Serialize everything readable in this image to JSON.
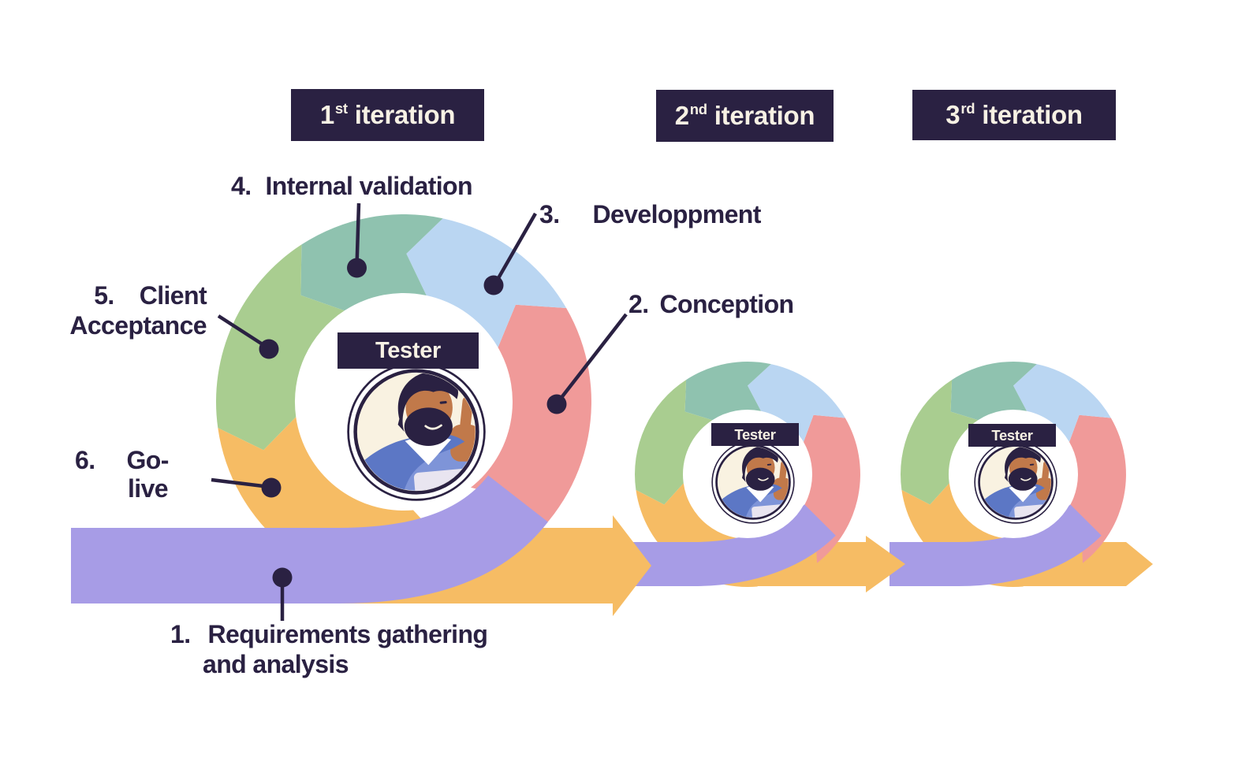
{
  "headers": [
    {
      "number": "1",
      "ordinal": "st",
      "label": "iteration"
    },
    {
      "number": "2",
      "ordinal": "nd",
      "label": "iteration"
    },
    {
      "number": "3",
      "ordinal": "rd",
      "label": "iteration"
    }
  ],
  "badge": {
    "label": "Tester"
  },
  "steps": {
    "s1": {
      "num": "1.",
      "line1": "Requirements gathering",
      "line2": "and analysis"
    },
    "s2": {
      "num": "2.",
      "line1": "Conception"
    },
    "s3": {
      "num": "3.",
      "line1": "Developpment"
    },
    "s4": {
      "num": "4.",
      "line1": "Internal validation"
    },
    "s5": {
      "num": "5.",
      "line1": "Client",
      "line2": "Acceptance"
    },
    "s6": {
      "num": "6.",
      "line1": "Go-",
      "line2": "live"
    }
  },
  "colors": {
    "navy": "#2a2142",
    "cream": "#f7f1e4",
    "purple": "#a79ce6",
    "orange": "#f6bc64",
    "red": "#f09a99",
    "blue": "#bad6f2",
    "teal": "#8fc2af",
    "green": "#a9cd90",
    "avatar_bg": "#f9f2e1",
    "skin": "#c1794a",
    "sweater": "#5c77c5",
    "sweater_light": "#7e94d8"
  },
  "ring_segments": [
    {
      "phase": "conception",
      "color": "#f09a99",
      "from": -52,
      "to": 30
    },
    {
      "phase": "development",
      "color": "#bad6f2",
      "from": 30,
      "to": 78
    },
    {
      "phase": "internal-validation",
      "color": "#8fc2af",
      "from": 78,
      "to": 123
    },
    {
      "phase": "client-acceptance",
      "color": "#a9cd90",
      "from": 123,
      "to": 188
    },
    {
      "phase": "go-live",
      "color": "#f6bc64",
      "from": 188,
      "to": 275
    }
  ]
}
